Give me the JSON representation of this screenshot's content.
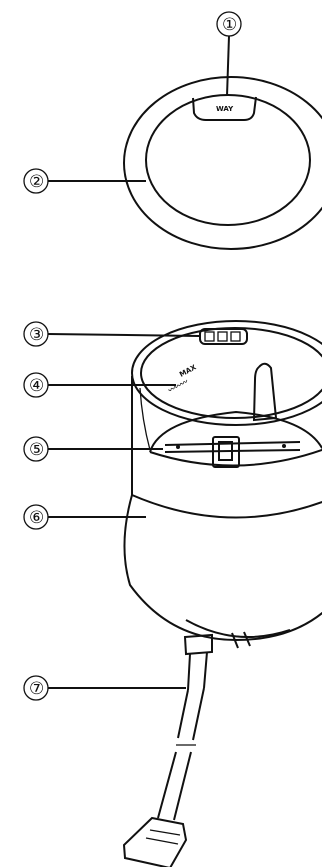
{
  "callouts": [
    {
      "number": "①"
    },
    {
      "number": "②"
    },
    {
      "number": "③"
    },
    {
      "number": "④"
    },
    {
      "number": "⑤"
    },
    {
      "number": "⑥"
    },
    {
      "number": "⑦"
    }
  ],
  "lid": {
    "tab_text": "WAY"
  },
  "container": {
    "max_mark": "MAX",
    "scale_mark": "〰〰〰"
  }
}
